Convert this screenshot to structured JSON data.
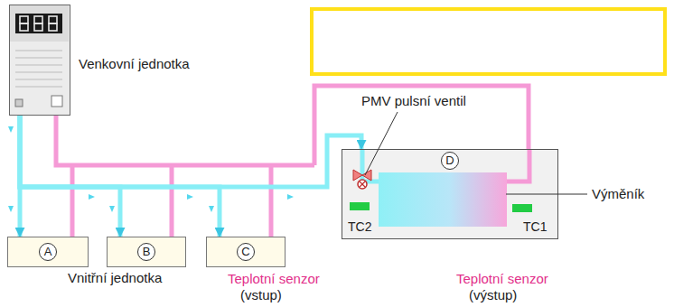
{
  "diagram": {
    "nodes": [
      {
        "text": [
          "Venkovní jednotka"
        ]
      },
      {
        "text": [
          "A"
        ]
      },
      {
        "text": [
          "B"
        ]
      },
      {
        "text": [
          "C"
        ]
      },
      {
        "text": [
          "D",
          "TC2",
          "TC1"
        ]
      }
    ],
    "edges": [
      {
        "from": 0,
        "to": 1,
        "arrow": "to"
      },
      {
        "from": 0,
        "to": 2,
        "arrow": "to"
      },
      {
        "from": 0,
        "to": 3,
        "arrow": "to"
      },
      {
        "from": 0,
        "to": 4,
        "arrow": "to"
      }
    ],
    "labels": [
      "PMV pulsní ventil",
      "Výměník",
      "Vnitřní jednotka",
      "Teplotní senzor",
      "(vstup)",
      "Teplotní senzor",
      "(výstup)"
    ]
  }
}
